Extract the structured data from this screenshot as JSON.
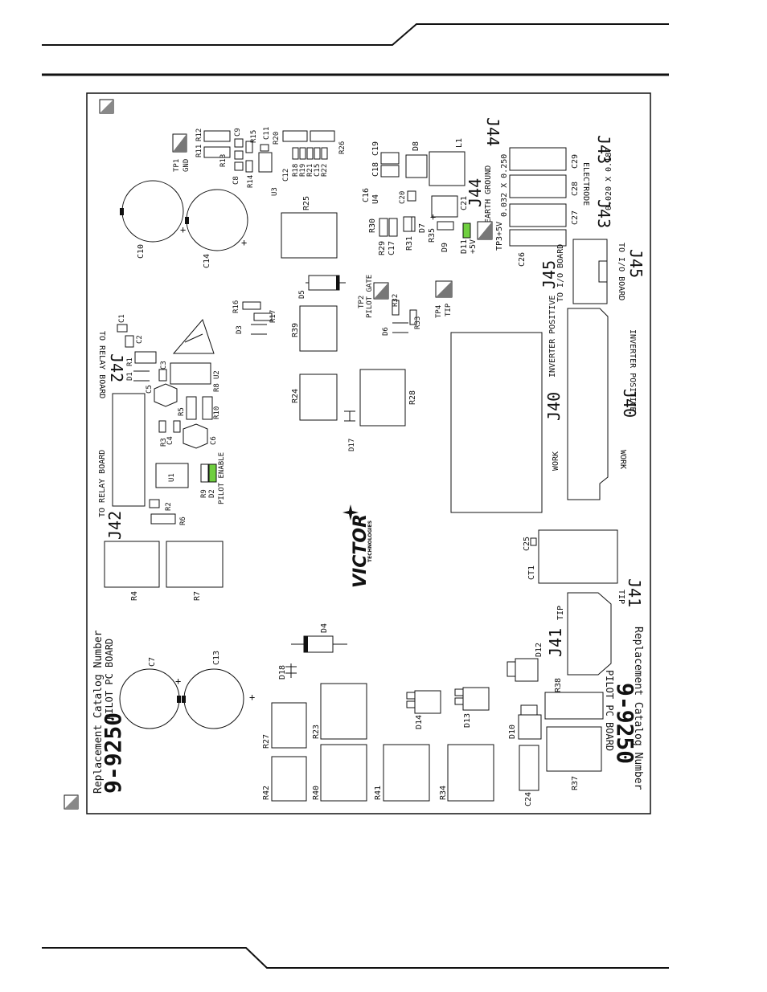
{
  "board_label": {
    "catalog_line": "Replacement Catalog Number",
    "part_number": "9-9250",
    "board_name": "PILOT PC BOARD"
  },
  "logo": {
    "brand": "VICTOR",
    "sub": "TECHNOLOGIES"
  },
  "connectors": {
    "j40": "J40",
    "j40_top": "INVERTER POSITIVE",
    "j40_bottom": "WORK",
    "j41": "J41",
    "j41_sub": "TIP",
    "j42": "J42",
    "j42_sub": "TO RELAY BOARD",
    "j43": "J43",
    "j43_sub": "ELECTRODE",
    "j43_size": "0.020 X 0.187",
    "j44": "J44",
    "j44_sub": "EARTH GROUND",
    "j44_size": "0.032 X 0.250",
    "j45": "J45",
    "j45_sub": "TO I/O BOARD"
  },
  "testpoints": {
    "tp1": "TP1",
    "tp1_sub": "GND",
    "tp2": "TP2",
    "tp2_sub": "PILOT GATE",
    "tp3": "TP3+5V",
    "tp4": "TP4",
    "tp4_sub": "TIP"
  },
  "leds": {
    "d11": "D11",
    "d11_sub": "+5V",
    "d2": "D2",
    "d2_sub": "PILOT ENABLE"
  },
  "components": {
    "r4": "R4",
    "r7": "R7",
    "r23": "R23",
    "r27": "R27",
    "r40": "R40",
    "r41": "R41",
    "r34": "R34",
    "r42": "R42",
    "r24": "R24",
    "r28": "R28",
    "r39": "R39",
    "r25": "R25",
    "r37": "R37",
    "r38": "R38",
    "c24": "C24",
    "c7": "C7",
    "c13": "C13",
    "c10": "C10",
    "c14": "C14",
    "d4": "D4",
    "d18": "D18",
    "d14": "D14",
    "d13": "D13",
    "d10": "D10",
    "d12": "D12",
    "d17": "D17",
    "d5": "D5",
    "d3": "D3",
    "d6": "D6",
    "r16": "R16",
    "r17": "R17",
    "r32": "R32",
    "r33": "R33",
    "c25": "C25",
    "ct1": "CT1",
    "c26": "C26",
    "c27": "C27",
    "c28": "C28",
    "c29": "C29",
    "u1": "U1",
    "u2": "U2",
    "u3": "U3",
    "u4": "U4",
    "r2": "R2",
    "r6": "R6",
    "r9": "R9",
    "r3": "R3",
    "r5": "R5",
    "r8": "R8",
    "r10": "R10",
    "c4": "C4",
    "c5": "C5",
    "c6": "C6",
    "c3": "C3",
    "d1": "D1",
    "r1": "R1",
    "c1": "C1",
    "c2": "C2",
    "r11": "R11",
    "r12": "R12",
    "r13": "R13",
    "r14": "R14",
    "r15": "R15",
    "c8": "C8",
    "c9": "C9",
    "c11": "C11",
    "c12": "C12",
    "r18": "R18",
    "r19": "R19",
    "r20": "R20",
    "r21": "R21",
    "r22": "R22",
    "r26": "R26",
    "c15": "C15",
    "c16": "C16",
    "c17": "C17",
    "c18": "C18",
    "c19": "C19",
    "c20": "C20",
    "c21": "C21",
    "d7": "D7",
    "d8": "D8",
    "d9": "D9",
    "l1": "L1",
    "r29": "R29",
    "r30": "R30",
    "r31": "R31",
    "r35": "R35"
  },
  "colors": {
    "led": "#6fcf3f",
    "ink": "#111111",
    "tp_fill": "#777777"
  }
}
